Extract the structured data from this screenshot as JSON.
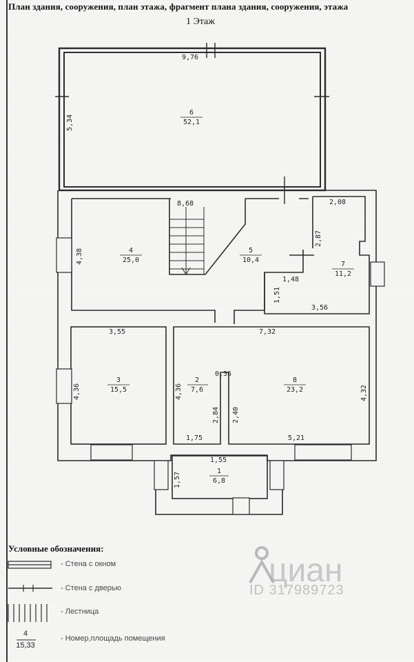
{
  "header": {
    "title": "План здания, сооружения, план этажа, фрагмент плана здания, сооружения, этажа",
    "floor": "1 Этаж"
  },
  "rooms": [
    {
      "number": "6",
      "area": "52,1"
    },
    {
      "number": "4",
      "area": "25,0"
    },
    {
      "number": "5",
      "area": "10,4"
    },
    {
      "number": "7",
      "area": "11,2"
    },
    {
      "number": "3",
      "area": "15,5"
    },
    {
      "number": "2",
      "area": "7,6"
    },
    {
      "number": "8",
      "area": "23,2"
    },
    {
      "number": "1",
      "area": "6,8"
    }
  ],
  "dimensions": [
    "9,76",
    "5,34",
    "8,68",
    "2,08",
    "4,38",
    "2,87",
    "1,48",
    "1,51",
    "3,56",
    "3,55",
    "7,32",
    "4,36",
    "4,36",
    "0,36",
    "2,84",
    "2,40",
    "4,32",
    "1,75",
    "5,21",
    "1,55",
    "1,57"
  ],
  "legend": {
    "title": "Условные обозначения:",
    "items": [
      {
        "icon": "wall-with-window",
        "text": "- Стена с окном"
      },
      {
        "icon": "wall-with-door",
        "text": "- Стена с дверью"
      },
      {
        "icon": "stairs",
        "text": "- Лестница"
      },
      {
        "icon": "room-number-area",
        "text": "- Номер,площадь помещения",
        "number": "4",
        "area": "15,33"
      }
    ]
  },
  "watermark": {
    "brand": "циан",
    "id": "ID 317989723"
  }
}
